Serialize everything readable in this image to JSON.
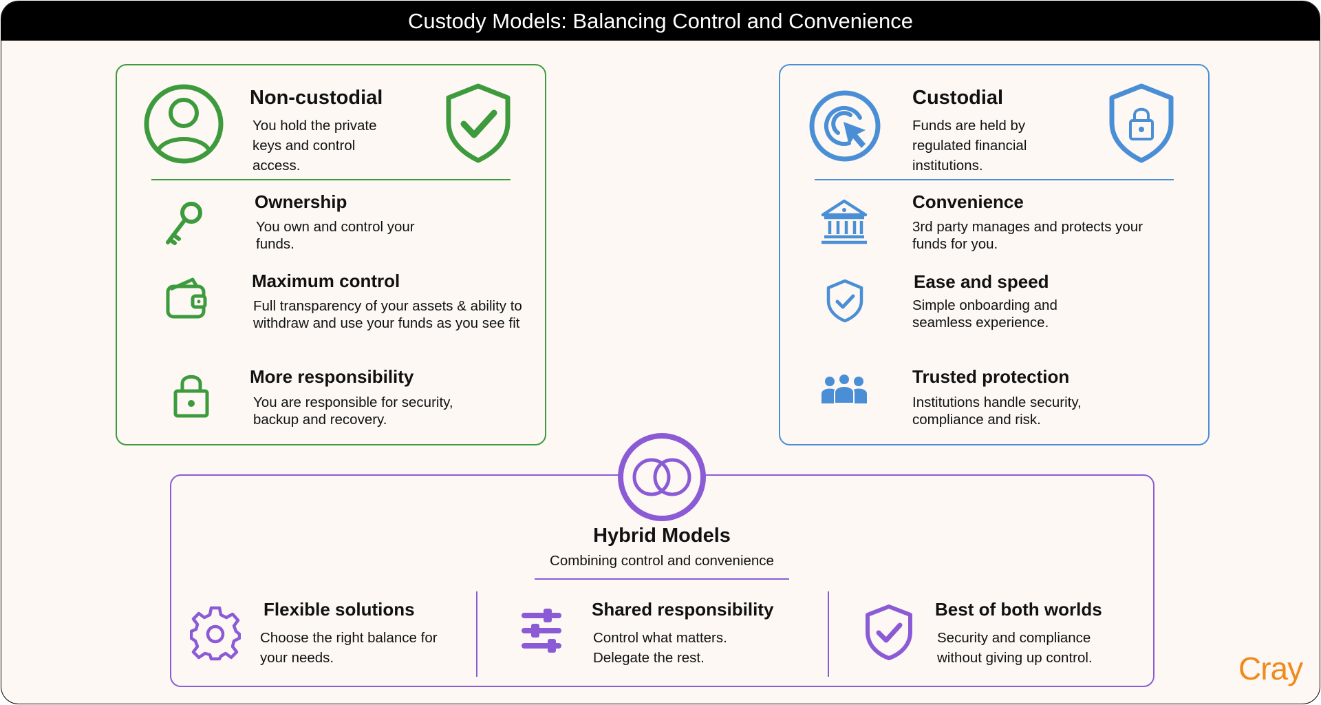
{
  "title": "Custody Models: Balancing Control and Convenience",
  "colors": {
    "green": "#3d9b3d",
    "blue": "#4a8fd6",
    "purple": "#8b5bd6",
    "brand": "#f08a1c"
  },
  "non_custodial": {
    "title": "Non-custodial",
    "subtitle": "You hold the private keys and control access.",
    "icon": "user-icon",
    "badge_icon": "shield-check-icon",
    "features": [
      {
        "icon": "key-icon",
        "title": "Ownership",
        "text": "You own and control your funds."
      },
      {
        "icon": "wallet-icon",
        "title": "Maximum control",
        "text": "Full transparency of your assets & ability to withdraw and use your funds as you see fit"
      },
      {
        "icon": "lock-icon",
        "title": "More responsibility",
        "text": "You are responsible for security, backup and recovery."
      }
    ]
  },
  "custodial": {
    "title": "Custodial",
    "subtitle": "Funds are held by regulated financial institutions.",
    "icon": "target-cursor-icon",
    "badge_icon": "shield-lock-icon",
    "features": [
      {
        "icon": "bank-icon",
        "title": "Convenience",
        "text": "3rd party manages and protects your funds for you."
      },
      {
        "icon": "shield-check-icon",
        "title": "Ease and speed",
        "text": "Simple onboarding and seamless experience."
      },
      {
        "icon": "users-icon",
        "title": "Trusted protection",
        "text": "Institutions handle security, compliance and risk."
      }
    ]
  },
  "hybrid": {
    "title": "Hybrid Models",
    "subtitle": "Combining control and convenience",
    "icon": "interlocking-rings-icon",
    "features": [
      {
        "icon": "gear-icon",
        "title": "Flexible solutions",
        "text": "Choose the right balance for your needs."
      },
      {
        "icon": "sliders-icon",
        "title": "Shared responsibility",
        "text": "Control what matters. Delegate the rest."
      },
      {
        "icon": "shield-check-icon",
        "title": "Best of both worlds",
        "text": "Security and compliance without giving up control."
      }
    ]
  },
  "brand": "Cray"
}
